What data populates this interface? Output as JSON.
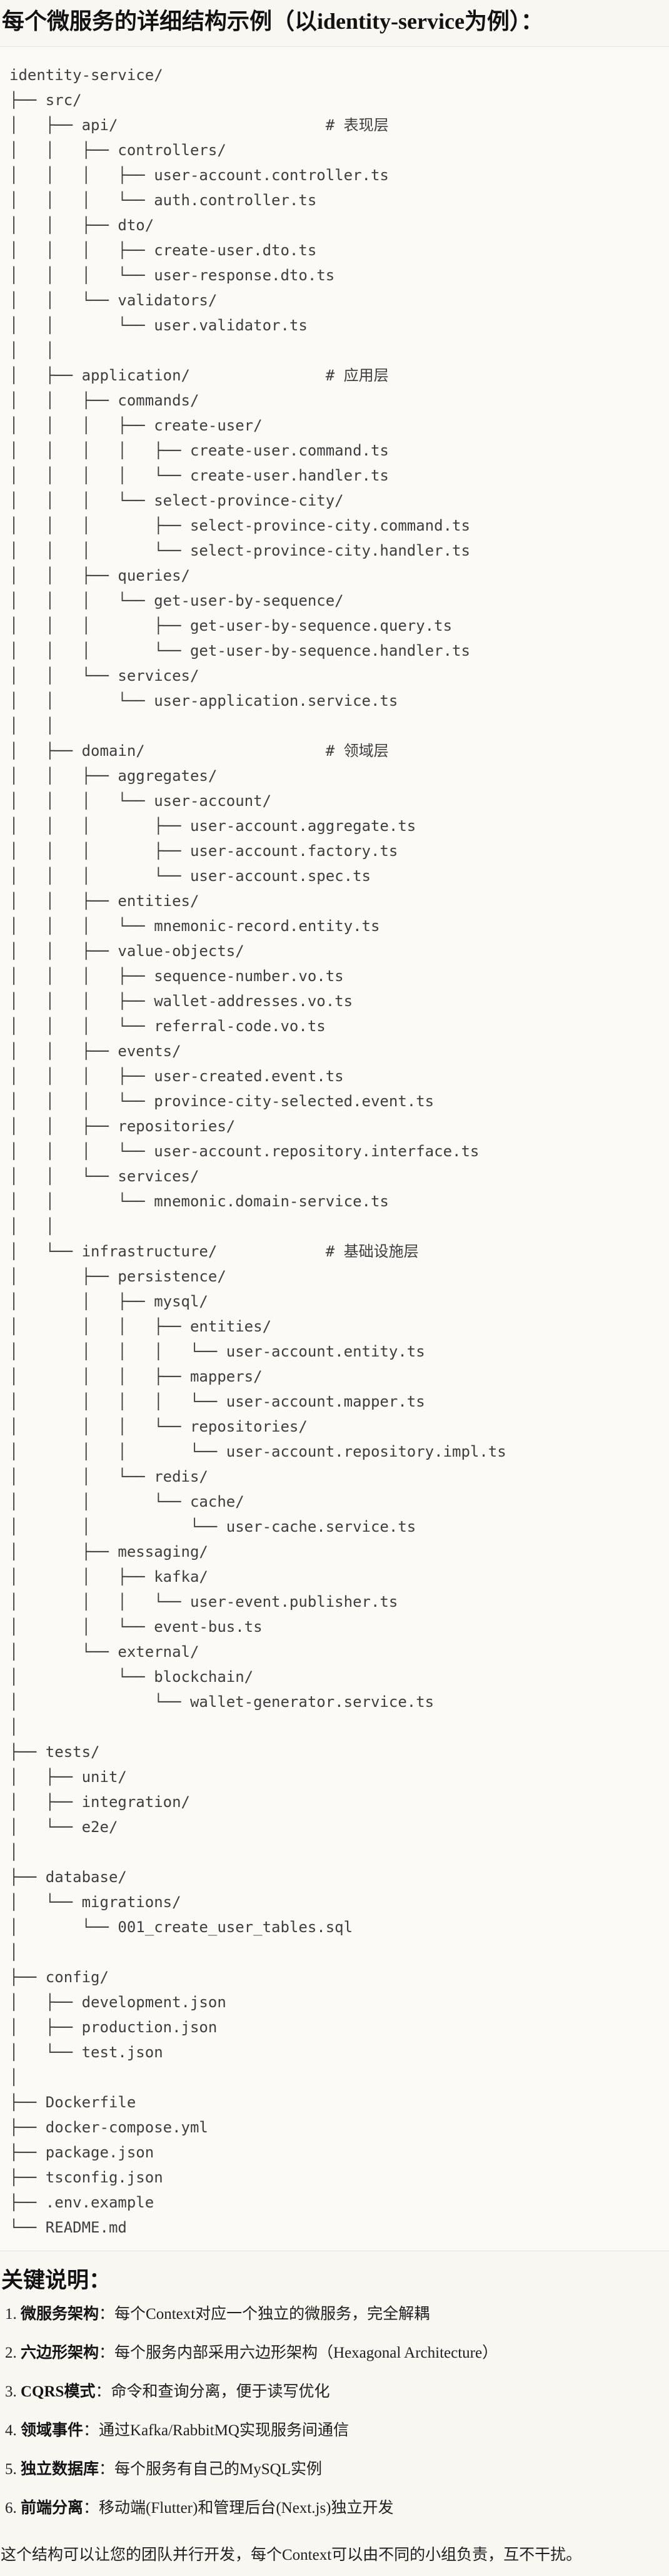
{
  "title": "每个微服务的详细结构示例（以identity-service为例）：",
  "colors": {
    "page_background": "#f8f7f2",
    "code_background": "#fbfaf6",
    "code_border": "#e5e3dc",
    "code_text": "#3e3e3e",
    "heading_text": "#121212",
    "body_text": "#202020"
  },
  "tree_lines": [
    "identity-service/",
    "├── src/",
    "│   ├── api/                       # 表现层",
    "│   │   ├── controllers/",
    "│   │   │   ├── user-account.controller.ts",
    "│   │   │   └── auth.controller.ts",
    "│   │   ├── dto/",
    "│   │   │   ├── create-user.dto.ts",
    "│   │   │   └── user-response.dto.ts",
    "│   │   └── validators/",
    "│   │       └── user.validator.ts",
    "│   │",
    "│   ├── application/               # 应用层",
    "│   │   ├── commands/",
    "│   │   │   ├── create-user/",
    "│   │   │   │   ├── create-user.command.ts",
    "│   │   │   │   └── create-user.handler.ts",
    "│   │   │   └── select-province-city/",
    "│   │   │       ├── select-province-city.command.ts",
    "│   │   │       └── select-province-city.handler.ts",
    "│   │   ├── queries/",
    "│   │   │   └── get-user-by-sequence/",
    "│   │   │       ├── get-user-by-sequence.query.ts",
    "│   │   │       └── get-user-by-sequence.handler.ts",
    "│   │   └── services/",
    "│   │       └── user-application.service.ts",
    "│   │",
    "│   ├── domain/                    # 领域层",
    "│   │   ├── aggregates/",
    "│   │   │   └── user-account/",
    "│   │   │       ├── user-account.aggregate.ts",
    "│   │   │       ├── user-account.factory.ts",
    "│   │   │       └── user-account.spec.ts",
    "│   │   ├── entities/",
    "│   │   │   └── mnemonic-record.entity.ts",
    "│   │   ├── value-objects/",
    "│   │   │   ├── sequence-number.vo.ts",
    "│   │   │   ├── wallet-addresses.vo.ts",
    "│   │   │   └── referral-code.vo.ts",
    "│   │   ├── events/",
    "│   │   │   ├── user-created.event.ts",
    "│   │   │   └── province-city-selected.event.ts",
    "│   │   ├── repositories/",
    "│   │   │   └── user-account.repository.interface.ts",
    "│   │   └── services/",
    "│   │       └── mnemonic.domain-service.ts",
    "│   │",
    "│   └── infrastructure/            # 基础设施层",
    "│       ├── persistence/",
    "│       │   ├── mysql/",
    "│       │   │   ├── entities/",
    "│       │   │   │   └── user-account.entity.ts",
    "│       │   │   ├── mappers/",
    "│       │   │   │   └── user-account.mapper.ts",
    "│       │   │   └── repositories/",
    "│       │   │       └── user-account.repository.impl.ts",
    "│       │   └── redis/",
    "│       │       └── cache/",
    "│       │           └── user-cache.service.ts",
    "│       ├── messaging/",
    "│       │   ├── kafka/",
    "│       │   │   └── user-event.publisher.ts",
    "│       │   └── event-bus.ts",
    "│       └── external/",
    "│           └── blockchain/",
    "│               └── wallet-generator.service.ts",
    "│",
    "├── tests/",
    "│   ├── unit/",
    "│   ├── integration/",
    "│   └── e2e/",
    "│",
    "├── database/",
    "│   └── migrations/",
    "│       └── 001_create_user_tables.sql",
    "│",
    "├── config/",
    "│   ├── development.json",
    "│   ├── production.json",
    "│   └── test.json",
    "│",
    "├── Dockerfile",
    "├── docker-compose.yml",
    "├── package.json",
    "├── tsconfig.json",
    "├── .env.example",
    "└── README.md"
  ],
  "notes": {
    "heading": "关键说明：",
    "items": [
      {
        "num": "1. ",
        "term": "微服务架构",
        "desc": "：每个Context对应一个独立的微服务，完全解耦"
      },
      {
        "num": "2. ",
        "term": "六边形架构",
        "desc": "：每个服务内部采用六边形架构（Hexagonal Architecture）"
      },
      {
        "num": "3. ",
        "term": "CQRS模式",
        "desc": "：命令和查询分离，便于读写优化"
      },
      {
        "num": "4. ",
        "term": "领域事件",
        "desc": "：通过Kafka/RabbitMQ实现服务间通信"
      },
      {
        "num": "5. ",
        "term": "独立数据库",
        "desc": "：每个服务有自己的MySQL实例"
      },
      {
        "num": "6. ",
        "term": "前端分离",
        "desc": "：移动端(Flutter)和管理后台(Next.js)独立开发"
      }
    ],
    "closing": "这个结构可以让您的团队并行开发，每个Context可以由不同的小组负责，互不干扰。"
  }
}
